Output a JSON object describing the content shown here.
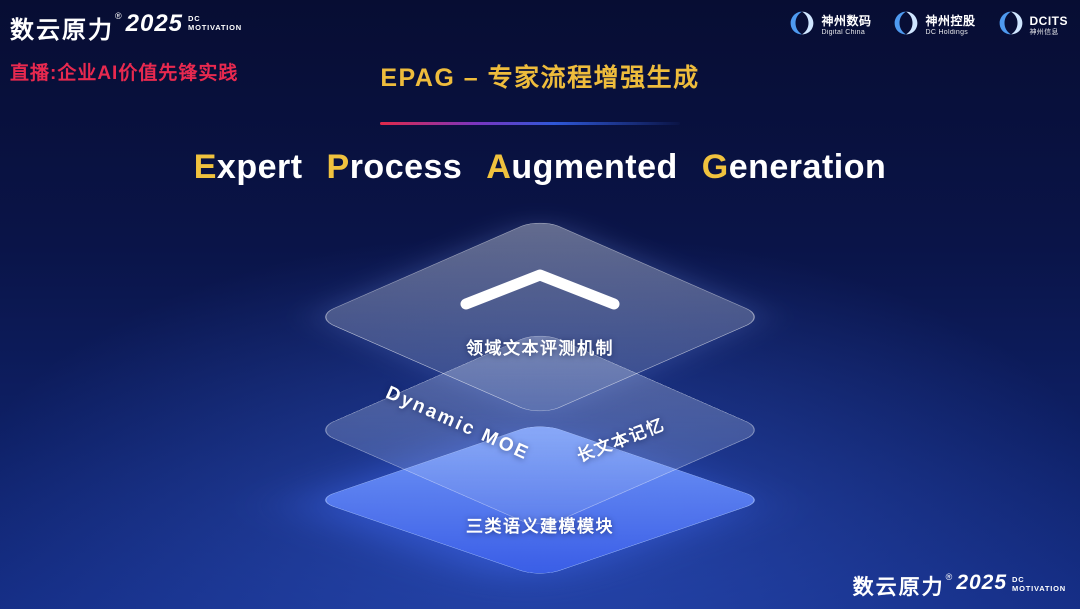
{
  "colors": {
    "accent_yellow": "#f0c23e",
    "title_gold": "#eebc3c",
    "live_red": "#e8294f",
    "layer_blue": "#4a6cf7",
    "background_navy": "#0a1448"
  },
  "top_left_brand": {
    "name": "数云原力",
    "reg": "®",
    "year": "2025",
    "dc": "DC",
    "motivation": "MOTIVATION"
  },
  "live_label": "直播:企业AI价值先锋实践",
  "slide": {
    "title": "EPAG – 专家流程增强生成",
    "heading": {
      "parts": [
        {
          "accent": "E",
          "rest": "xpert"
        },
        {
          "accent": "P",
          "rest": "rocess"
        },
        {
          "accent": "A",
          "rest": "ugmented"
        },
        {
          "accent": "G",
          "rest": "eneration"
        }
      ]
    },
    "layers": {
      "top": {
        "label": "领域文本评测机制"
      },
      "middle": {
        "label_left": "Dynamic MOE",
        "label_right": "长文本记忆"
      },
      "bottom": {
        "label": "三类语义建模模块"
      }
    }
  },
  "partner_logos": [
    {
      "name": "神州数码",
      "sub": "Digital China"
    },
    {
      "name": "神州控股",
      "sub": "DC Holdings"
    },
    {
      "name": "DCITS",
      "sub": "神州信息"
    }
  ],
  "bottom_right_brand": {
    "name": "数云原力",
    "reg": "®",
    "year": "2025",
    "dc": "DC",
    "motivation": "MOTIVATION"
  }
}
